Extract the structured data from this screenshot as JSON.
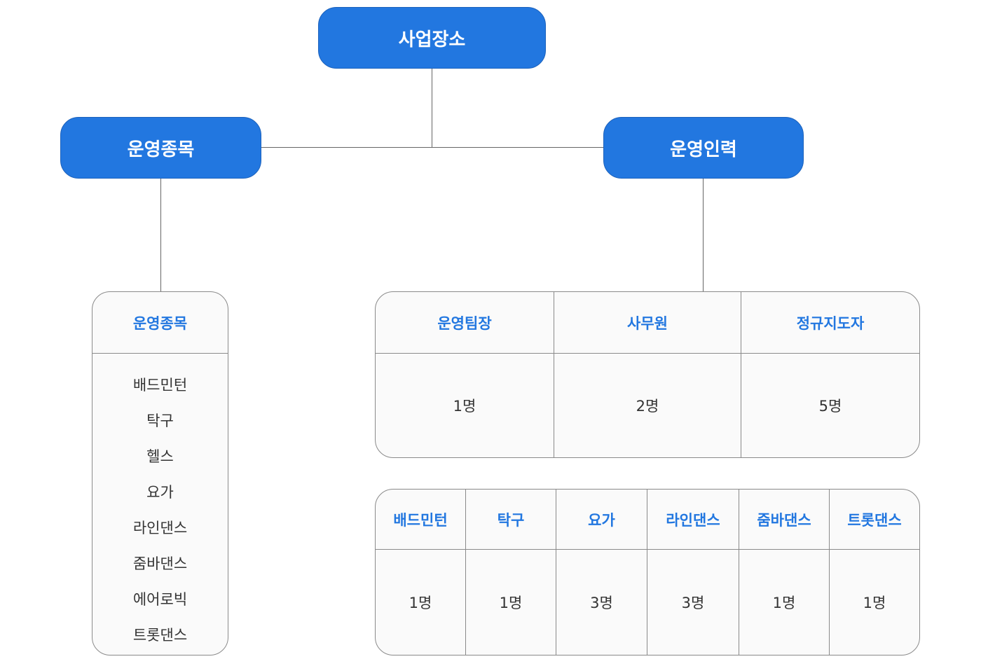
{
  "colors": {
    "node_blue": "#2277e0",
    "header_text": "#2277e0",
    "body_text": "#333333",
    "border": "#8a8a8a",
    "panel_bg": "#fafafa"
  },
  "root": {
    "label": "사업장소"
  },
  "branch_left": {
    "label": "운영종목"
  },
  "branch_right": {
    "label": "운영인력"
  },
  "events_list": {
    "header": "운영종목",
    "items": [
      "배드민턴",
      "탁구",
      "헬스",
      "요가",
      "라인댄스",
      "줌바댄스",
      "에어로빅",
      "트롯댄스"
    ]
  },
  "staff_table": {
    "headers": [
      "운영팀장",
      "사무원",
      "정규지도자"
    ],
    "values": [
      "1명",
      "2명",
      "5명"
    ]
  },
  "instructor_table": {
    "headers": [
      "배드민턴",
      "탁구",
      "요가",
      "라인댄스",
      "줌바댄스",
      "트롯댄스"
    ],
    "values": [
      "1명",
      "1명",
      "3명",
      "3명",
      "1명",
      "1명"
    ]
  }
}
